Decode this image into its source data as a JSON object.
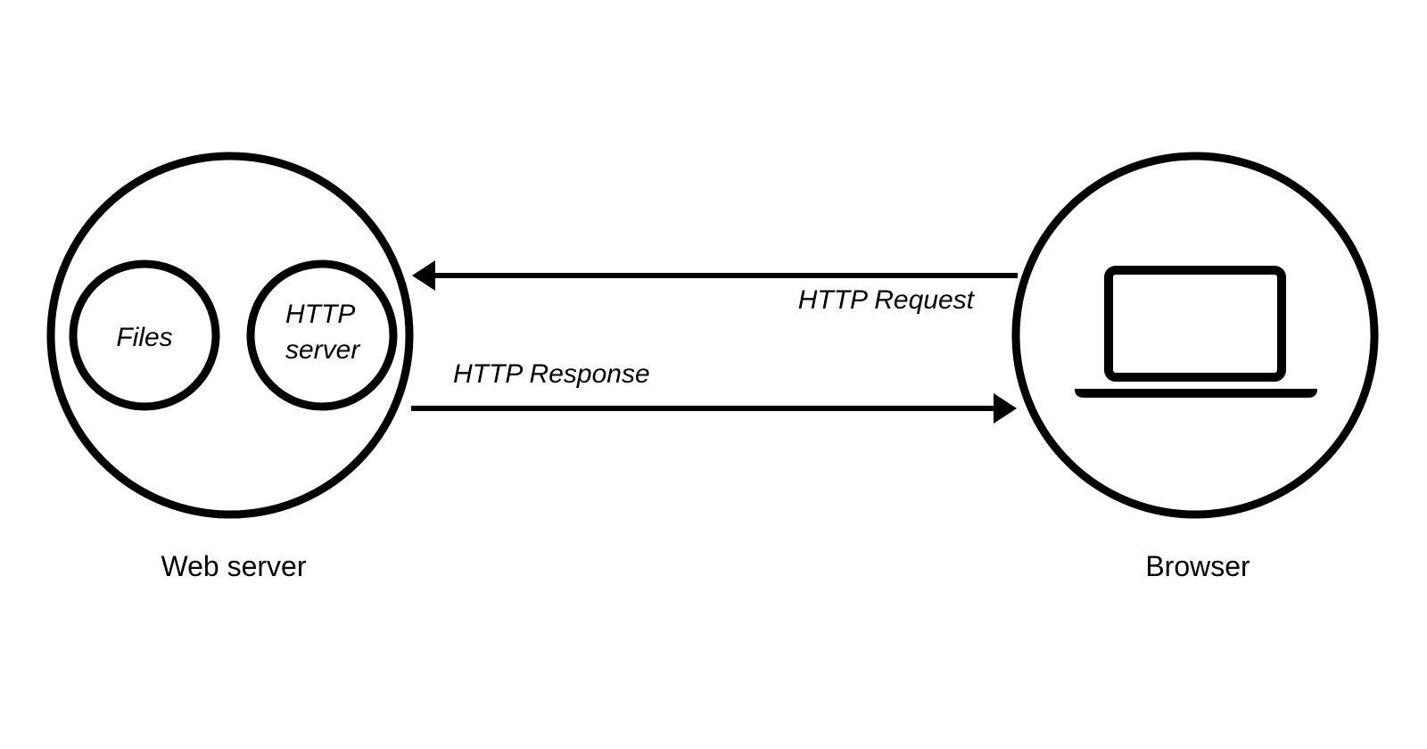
{
  "diagram": {
    "nodes": {
      "web_server": {
        "label": "Web server",
        "components": {
          "files": "Files",
          "http_server_line1": "HTTP",
          "http_server_line2": "server"
        }
      },
      "browser": {
        "label": "Browser",
        "icon": "laptop-icon"
      }
    },
    "edges": {
      "request": {
        "label": "HTTP Request",
        "from": "Browser",
        "to": "Web server"
      },
      "response": {
        "label": "HTTP Response",
        "from": "Web server",
        "to": "Browser"
      }
    }
  },
  "colors": {
    "ink": "#000000",
    "background": "#ffffff"
  }
}
